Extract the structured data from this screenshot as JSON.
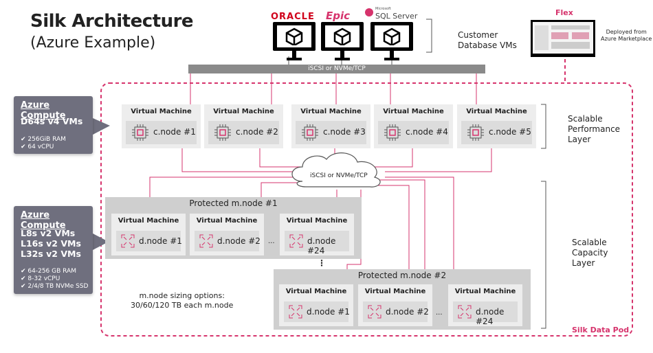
{
  "title": "Silk Architecture",
  "subtitle": "(Azure Example)",
  "logos": {
    "oracle": "ORACLE",
    "epic": "Epic",
    "sql_small": "Microsoft",
    "sql": "SQL Server"
  },
  "customer_vms_label": [
    "Customer",
    "Database VMs"
  ],
  "top_bus_label": "iSCSI or NVMe/TCP",
  "flex": {
    "title": "Flex",
    "caption": [
      "Deployed from",
      "Azure Marketplace"
    ]
  },
  "azure_compute_top": {
    "heading": "Azure Compute",
    "vm_type": "D64s v4 VMs",
    "specs": [
      "256GiB RAM",
      "64 vCPU"
    ]
  },
  "azure_compute_bottom": {
    "heading": "Azure Compute",
    "vm_types": [
      "L8s v2 VMs",
      "L16s v2 VMs",
      "L32s v2 VMs"
    ],
    "specs": [
      "64-256 GB RAM",
      "8-32 vCPU",
      "2/4/8 TB NVMe SSD"
    ]
  },
  "vm_label": "Virtual Machine",
  "c_nodes": [
    "c.node #1",
    "c.node #2",
    "c.node #3",
    "c.node #4",
    "c.node #5"
  ],
  "cloud_label": "iSCSI or NVMe/TCP",
  "scalable_performance": [
    "Scalable",
    "Performance",
    "Layer"
  ],
  "scalable_capacity": [
    "Scalable",
    "Capacity",
    "Layer"
  ],
  "m_node_1": {
    "title": "Protected m.node #1",
    "d_nodes": [
      "d.node #1",
      "d.node #2",
      "d.node #24"
    ]
  },
  "m_node_2": {
    "title": "Protected m.node #2",
    "d_nodes": [
      "d.node #1",
      "d.node #2",
      "d.node #24"
    ]
  },
  "ellipsis": "...",
  "vertical_ellipsis": "⋮",
  "sizing_note": [
    "m.node sizing options:",
    "30/60/120 TB each m.node"
  ],
  "pod_label": "Silk Data Pod",
  "colors": {
    "accent": "#d6336c",
    "grey_box": "#6f6f7e",
    "bus": "#8a8a8a"
  }
}
